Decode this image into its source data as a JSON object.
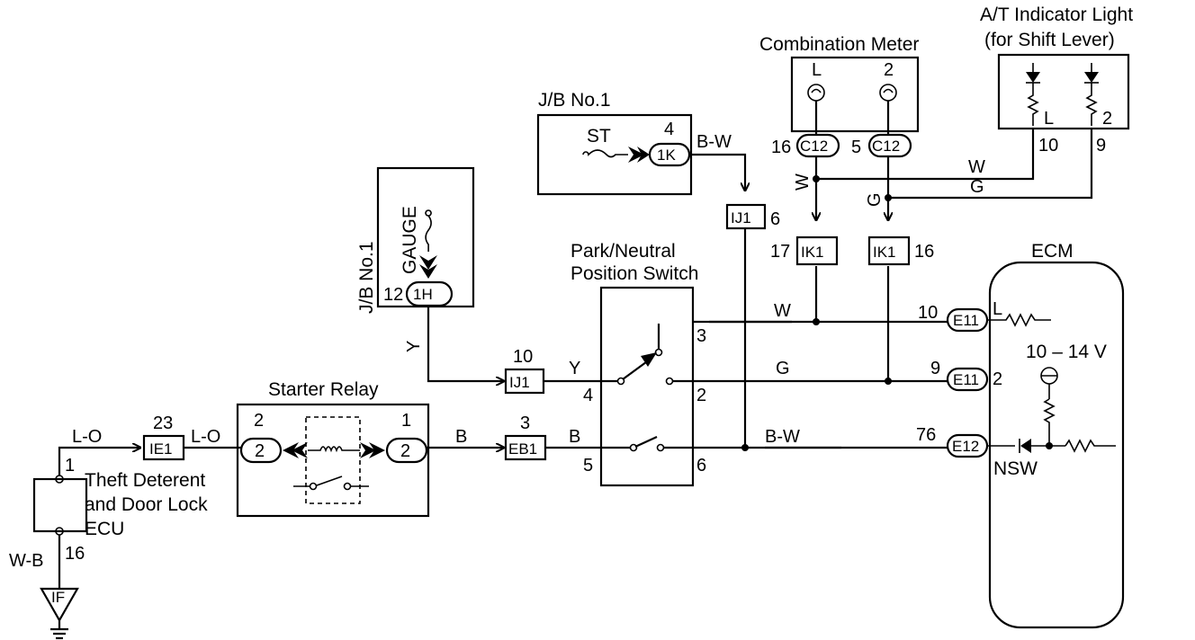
{
  "components": {
    "at_indicator": {
      "title_line1": "A/T Indicator Light",
      "title_line2": "(for Shift Lever)",
      "pin_l": "L",
      "pin_2": "2",
      "wire_10": "10",
      "wire_9": "9"
    },
    "combination_meter": {
      "title": "Combination Meter",
      "pin_l": "L",
      "pin_2": "2",
      "conn_left_num": "16",
      "conn_left": "C12",
      "conn_right_num": "5",
      "conn_right": "C12"
    },
    "jb_top": {
      "title": "J/B No.1",
      "fuse": "ST",
      "pin": "4",
      "conn": "1K"
    },
    "jb_gauge": {
      "title": "J/B No.1",
      "fuse": "GAUGE",
      "pin": "12",
      "conn": "1H"
    },
    "pnp_switch": {
      "title_line1": "Park/Neutral",
      "title_line2": "Position Switch",
      "pin3": "3",
      "pin4": "4",
      "pin2": "2",
      "pin5": "5",
      "pin6": "6"
    },
    "starter_relay": {
      "title": "Starter Relay",
      "pin_left": "2",
      "pin_right": "1",
      "conn_left": "2",
      "conn_right": "2"
    },
    "ecm": {
      "title": "ECM",
      "pin10": "10",
      "conn10": "E11",
      "pin10_label": "L",
      "pin9": "9",
      "conn9": "E11",
      "pin9_label": "2",
      "pin76": "76",
      "conn76": "E12",
      "nsw": "NSW",
      "voltage": "10 – 14 V"
    },
    "theft_ecu": {
      "line1": "Theft Deterent",
      "line2": "and Door Lock",
      "line3": "ECU",
      "pin1": "1",
      "pin16": "16"
    }
  },
  "junctions": {
    "ij1_top": {
      "label": "IJ1",
      "num": "6"
    },
    "ij1_mid": {
      "label": "IJ1",
      "num": "10"
    },
    "ik1_left": {
      "label": "IK1",
      "num": "17"
    },
    "ik1_right": {
      "label": "IK1",
      "num": "16"
    },
    "ie1": {
      "label": "IE1",
      "num": "23"
    },
    "eb1": {
      "label": "EB1",
      "num": "3"
    },
    "ground": {
      "label": "IF"
    }
  },
  "wires": {
    "bw_top": "B-W",
    "w_vertical": "W",
    "g_vertical": "G",
    "w_horizontal": "W",
    "g_horizontal": "G",
    "w_pnp": "W",
    "g_pnp": "G",
    "bw_pnp": "B-W",
    "y_vertical": "Y",
    "y_pnp": "Y",
    "b_relay": "B",
    "b_pnp": "B",
    "lo_left": "L-O",
    "lo_right": "L-O",
    "wb": "W-B"
  }
}
